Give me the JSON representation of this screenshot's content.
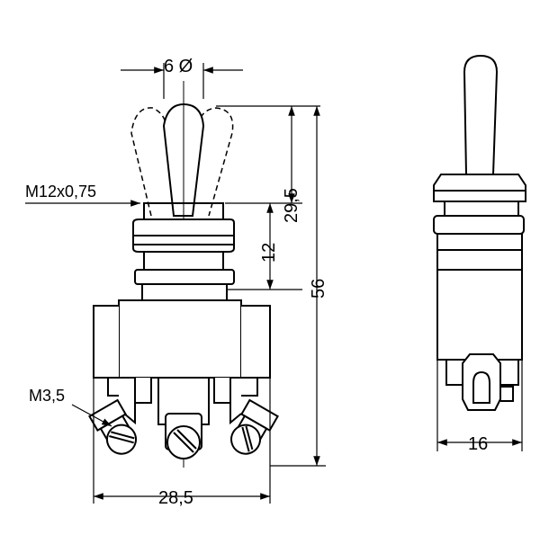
{
  "drawing": {
    "colors": {
      "line": "#000000",
      "background": "#ffffff"
    },
    "dimensions": {
      "bushing_diameter": "6 Ø",
      "thread": "M12x0,75",
      "lever_height": "29,5",
      "bushing_height": "12",
      "total_height": "56",
      "screw": "M3,5",
      "width": "28,5",
      "depth": "16"
    }
  }
}
